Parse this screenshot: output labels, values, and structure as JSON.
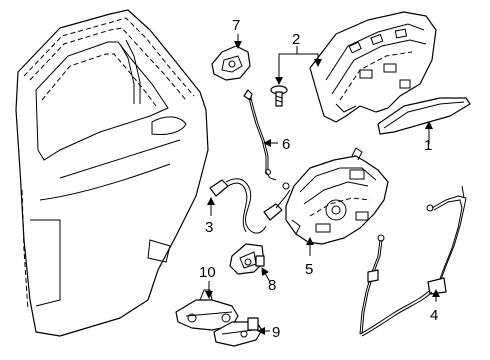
{
  "diagram": {
    "callouts": [
      {
        "id": "c1",
        "label": "1",
        "part": "handle-cover"
      },
      {
        "id": "c2",
        "label": "2",
        "part": "outside-handle-and-screw"
      },
      {
        "id": "c3",
        "label": "3",
        "part": "lock-cable"
      },
      {
        "id": "c4",
        "label": "4",
        "part": "release-cable"
      },
      {
        "id": "c5",
        "label": "5",
        "part": "door-lock-actuator"
      },
      {
        "id": "c6",
        "label": "6",
        "part": "lock-rod"
      },
      {
        "id": "c7",
        "label": "7",
        "part": "striker"
      },
      {
        "id": "c8",
        "label": "8",
        "part": "check-bracket"
      },
      {
        "id": "c9",
        "label": "9",
        "part": "hinge"
      },
      {
        "id": "c10",
        "label": "10",
        "part": "door-check"
      }
    ]
  }
}
